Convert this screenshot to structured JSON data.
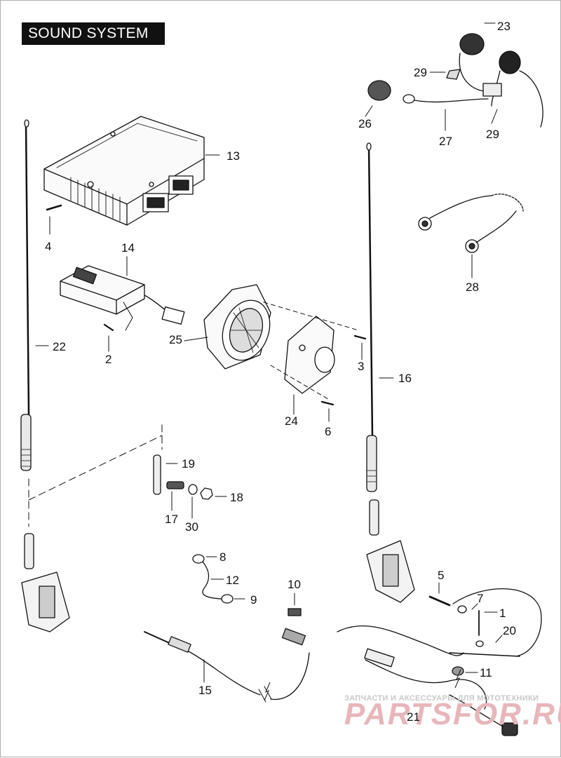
{
  "title": "SOUND SYSTEM",
  "callouts": [
    "1",
    "2",
    "3",
    "4",
    "5",
    "6",
    "7",
    "8",
    "9",
    "10",
    "11",
    "12",
    "13",
    "14",
    "15",
    "16",
    "17",
    "18",
    "19",
    "20",
    "21",
    "22",
    "23",
    "24",
    "25",
    "26",
    "27",
    "28",
    "29",
    "29",
    "30"
  ],
  "watermark": {
    "line1": "ЗАПЧАСТИ И АКСЕССУАРЫ ДЛЯ МОТОТЕХНИКИ",
    "line2": "PARTSFOR.RU"
  },
  "colors": {
    "ink": "#111111",
    "title_bg": "#111111",
    "title_fg": "#ffffff",
    "watermark": "#e7b6bb"
  }
}
